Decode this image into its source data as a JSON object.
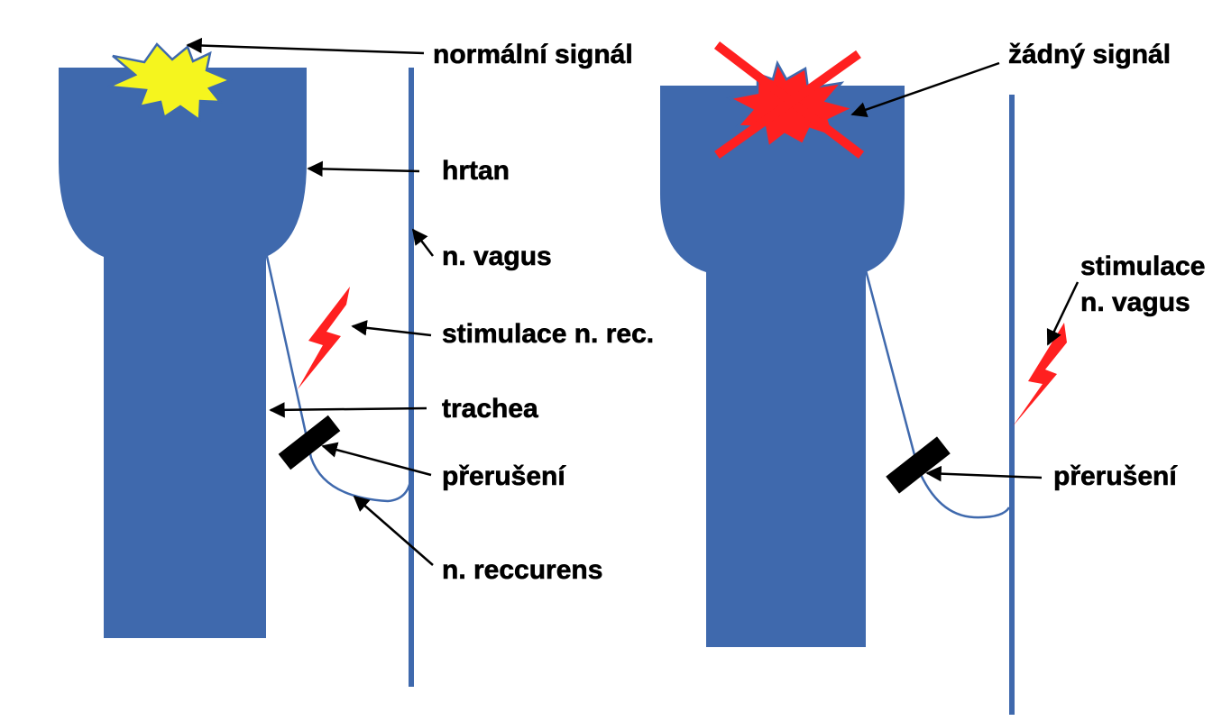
{
  "colors": {
    "anatomy": "#3f69ad",
    "nerve": "#3f69ad",
    "normal_signal": "#f5f51e",
    "stimulation": "#ff2020",
    "no_signal": "#ff2020",
    "interruption": "#000000",
    "background": "#ffffff"
  },
  "icons": {
    "normal_signal": "starburst",
    "no_signal": "crossed-starburst",
    "stimulation": "lightning-bolt",
    "interruption": "black-bar"
  },
  "left_panel": {
    "labels": {
      "normal_signal": "normální signál",
      "larynx": "hrtan",
      "vagus": "n. vagus",
      "stimulation": "stimulace n. rec.",
      "trachea": "trachea",
      "interruption": "přerušení",
      "recurrens": "n. reccurens"
    }
  },
  "right_panel": {
    "labels": {
      "no_signal": "žádný signál",
      "stimulation_line1": "stimulace",
      "stimulation_line2": "n. vagus",
      "interruption": "přerušení"
    }
  }
}
